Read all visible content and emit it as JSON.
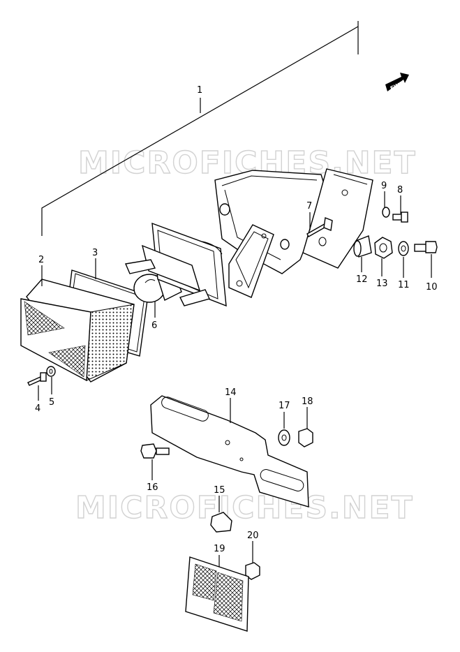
{
  "watermark": "MICROFICHES.NET",
  "fwd_label": "FWD",
  "callouts": {
    "p1": "1",
    "p2": "2",
    "p3": "3",
    "p4": "4",
    "p5": "5",
    "p6": "6",
    "p7": "7",
    "p8": "8",
    "p9": "9",
    "p10": "10",
    "p11": "11",
    "p12": "12",
    "p13": "13",
    "p14": "14",
    "p15": "15",
    "p16": "16",
    "p17": "17",
    "p18": "18",
    "p19": "19",
    "p20": "20"
  }
}
